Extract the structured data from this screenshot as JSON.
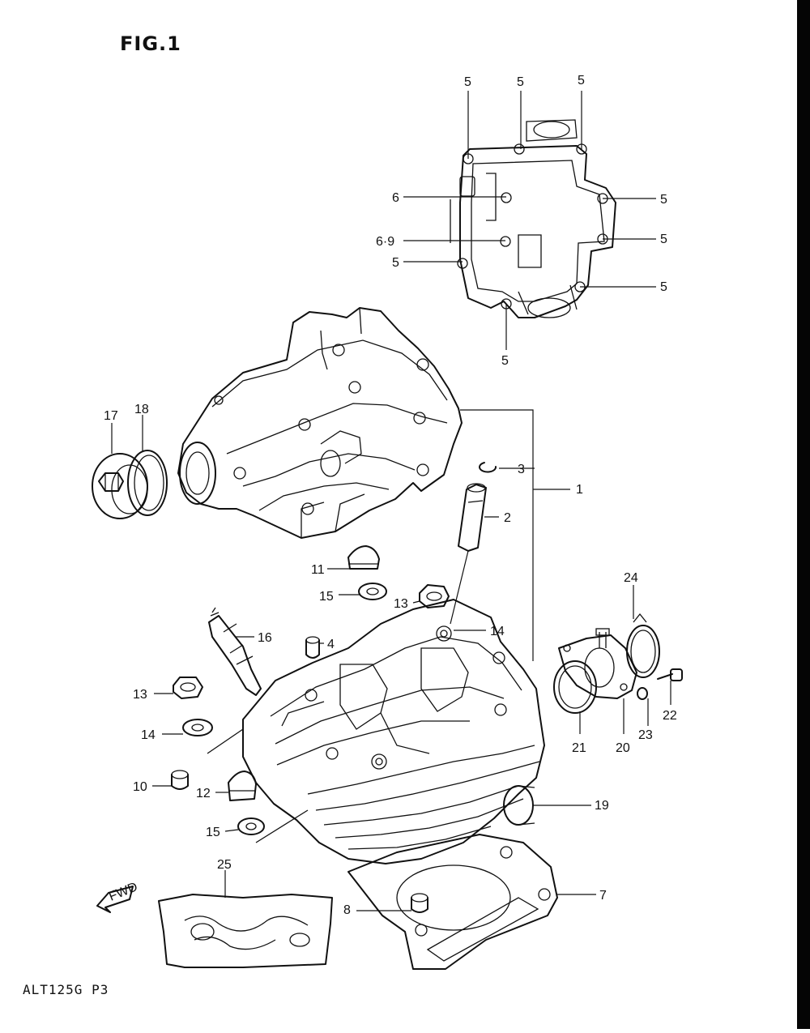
{
  "figure": {
    "title": "FIG.1",
    "footer": "ALT125G P3"
  },
  "callouts": {
    "c1": "1",
    "c2": "2",
    "c3": "3",
    "c4": "4",
    "c5a": "5",
    "c5b": "5",
    "c5c": "5",
    "c5d": "5",
    "c5e": "5",
    "c5f": "5",
    "c5g": "5",
    "c5h": "5",
    "c6": "6",
    "c69": "6·9",
    "c7": "7",
    "c8": "8",
    "c10": "10",
    "c11": "11",
    "c12": "12",
    "c13a": "13",
    "c13b": "13",
    "c14a": "14",
    "c14b": "14",
    "c15a": "15",
    "c15b": "15",
    "c16": "16",
    "c17": "17",
    "c18": "18",
    "c19": "19",
    "c20": "20",
    "c21": "21",
    "c22": "22",
    "c23": "23",
    "c24": "24",
    "c25": "25"
  },
  "front_marker": "FWD",
  "colors": {
    "ink": "#111111",
    "paper": "#ffffff",
    "edge": "#050505"
  }
}
